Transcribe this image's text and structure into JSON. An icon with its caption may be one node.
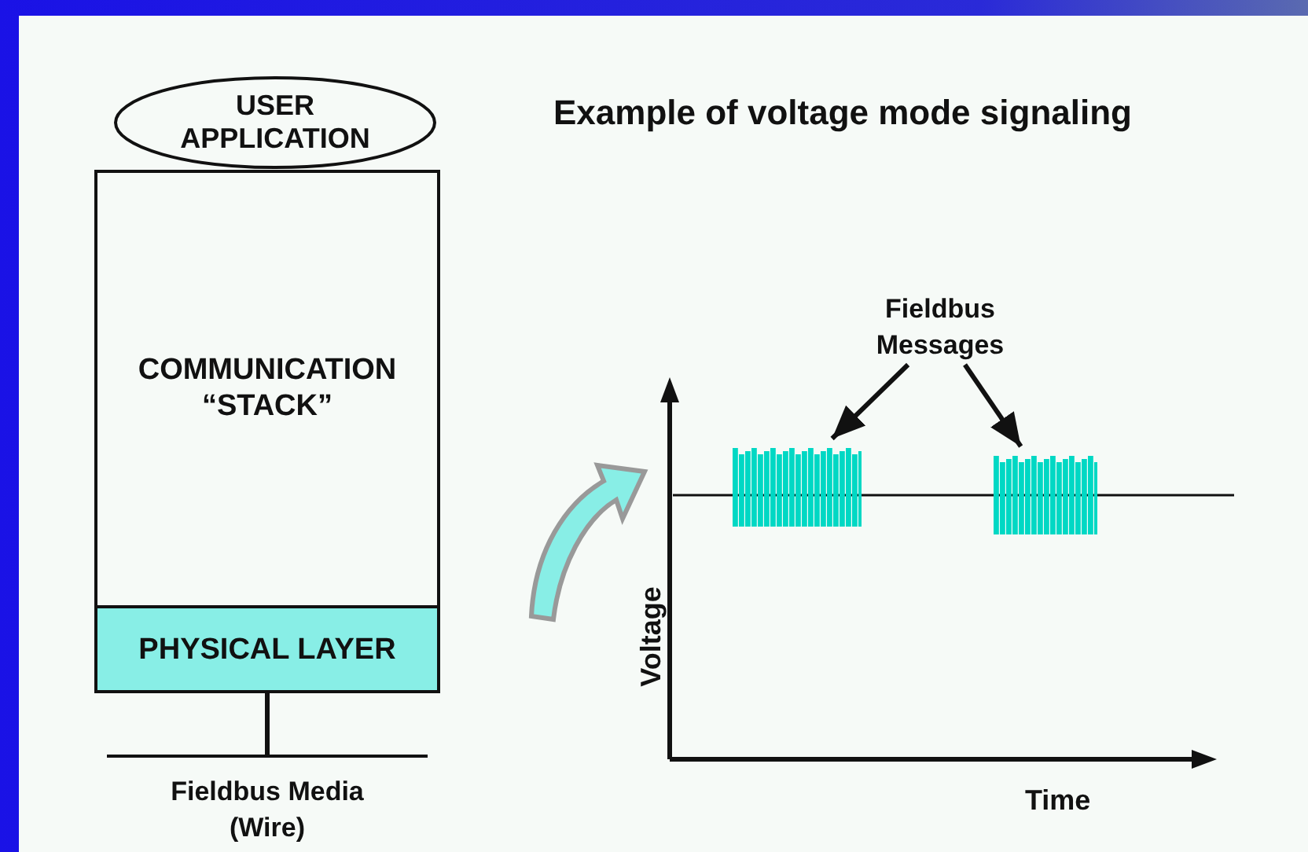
{
  "diagram": {
    "title": "Example of voltage mode signaling",
    "nodes": [
      {
        "text": [
          "USER APPLICATION"
        ]
      },
      {
        "text": [
          "COMMUNICATION “STACK”"
        ]
      },
      {
        "text": [
          "PHYSICAL LAYER"
        ],
        "in": 1
      },
      {
        "text": [
          "Fieldbus Media (Wire)"
        ]
      },
      {
        "text": [
          "Fieldbus Messages"
        ]
      },
      {
        "text": [],
        "shape": "bar"
      },
      {
        "text": [],
        "shape": "bar"
      }
    ],
    "edges": [
      {
        "from": 2,
        "to": 3,
        "arrow": "none"
      },
      {
        "from": 4,
        "to": 5,
        "arrow": "to"
      },
      {
        "from": 4,
        "to": 6,
        "arrow": "to"
      }
    ],
    "labels": [
      "Voltage",
      "Time"
    ]
  }
}
